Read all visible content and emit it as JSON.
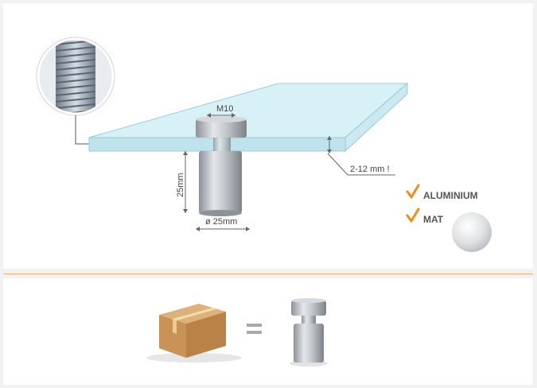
{
  "dimensions": {
    "thread": "M10",
    "height": "25mm",
    "diameter": "ø 25mm",
    "panel_thickness": "2-12 mm !"
  },
  "features": [
    {
      "label": "ALUMINIUM",
      "icon": "checkmark-icon"
    },
    {
      "label": "MAT",
      "icon": "checkmark-icon"
    }
  ],
  "equation": {
    "symbol": "="
  },
  "colors": {
    "accent": "#f08c1e",
    "glass": "#cfeef5",
    "glass_edge": "#9cc9d6",
    "divider": "#f0b27a",
    "aluminium": "#c9cdd2",
    "cardboard": "#c9965a"
  }
}
